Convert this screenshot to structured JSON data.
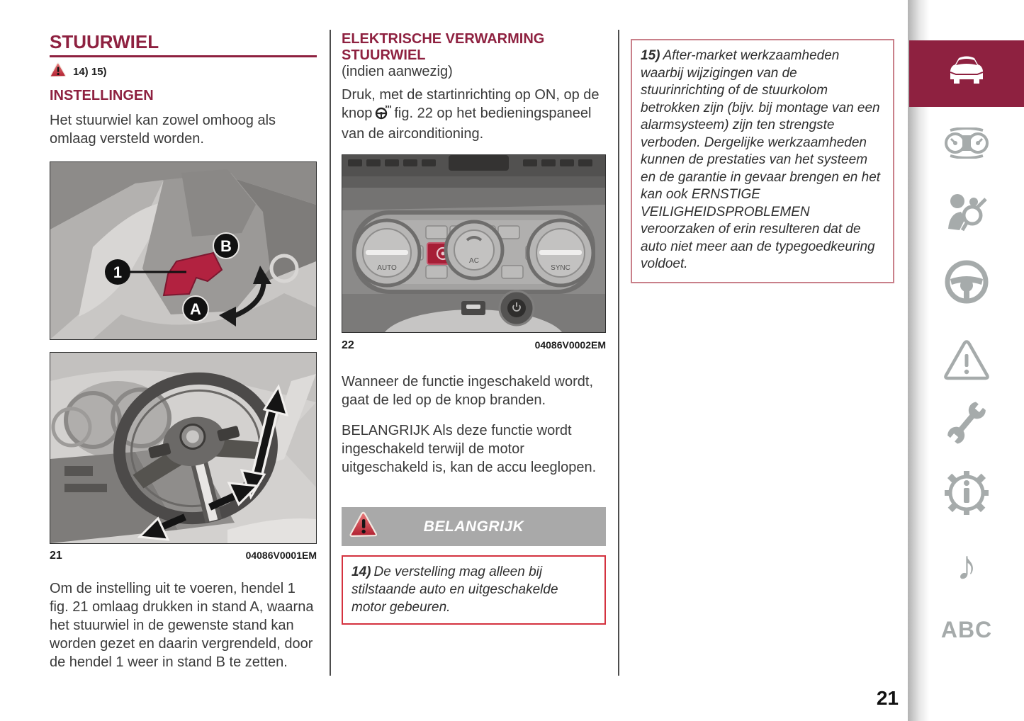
{
  "page": {
    "number": "21"
  },
  "colors": {
    "accent_maroon": "#8e2140",
    "note14_border": "#d4323f",
    "note15_border": "#c9808a",
    "banner_bg": "#a9a9a9",
    "sidebar_icon_gray": "#a6abab",
    "lever_red": "#b22240"
  },
  "left": {
    "title": "STUURWIEL",
    "warning_icon": "warning-triangle-icon",
    "warning_refs": "14) 15)",
    "section_heading": "INSTELLINGEN",
    "intro": "Het stuurwiel kan zowel omhoog als omlaag versteld worden.",
    "figure_top": {
      "callout_1": "1",
      "callout_b": "B",
      "callout_a": "A"
    },
    "caption_number": "21",
    "caption_code": "04086V0001EM",
    "body": "Om de instelling uit te voeren, hendel 1 fig. 21 omlaag drukken in stand A, waarna het stuurwiel in de gewenste stand kan worden gezet en daarin vergrendeld, door de hendel 1 weer in stand B te zetten."
  },
  "middle": {
    "heading_line1": "ELEKTRISCHE VERWARMING",
    "heading_line2": "STUURWIEL",
    "subheading": "(indien aanwezig)",
    "para1_prefix": "Druk, met de startinrichting op ON, op de knop",
    "para1_icon": "heated-steering-wheel-icon",
    "para1_suffix": "fig. 22 op het bedieningspaneel van de airconditioning.",
    "caption_number": "22",
    "caption_code": "04086V0002EM",
    "para2": "Wanneer de functie ingeschakeld wordt, gaat de led op de knop branden.",
    "para3": "BELANGRIJK Als deze functie wordt ingeschakeld terwijl de motor uitgeschakeld is, kan de accu leeglopen.",
    "banner_label": "BELANGRIJK",
    "note14": {
      "label": "14)",
      "text": "De verstelling mag alleen bij stilstaande auto en uitgeschakelde motor gebeuren."
    }
  },
  "right": {
    "note15": {
      "label": "15)",
      "text": "After-market werkzaamheden waarbij wijzigingen van de stuurinrichting of de stuurkolom betrokken zijn (bijv. bij montage van een alarmsysteem) zijn ten strengste verboden. Dergelijke werkzaamheden kunnen de prestaties van het systeem en de garantie in gevaar brengen en het kan ook ERNSTIGE VEILIGHEIDSPROBLEMEN veroorzaken of erin resulteren dat de auto niet meer aan de typegoedkeuring voldoet."
    }
  },
  "sidebar": {
    "items": [
      {
        "icon": "car-icon",
        "active": true
      },
      {
        "icon": "dashboard-icon",
        "active": false
      },
      {
        "icon": "airbag-icon",
        "active": false
      },
      {
        "icon": "steering-wheel-icon",
        "active": false
      },
      {
        "icon": "warning-triangle-icon",
        "active": false
      },
      {
        "icon": "wrench-icon",
        "active": false
      },
      {
        "icon": "technical-info-icon",
        "active": false
      },
      {
        "icon": "music-note-icon",
        "active": false
      }
    ],
    "music_note_glyph": "♪",
    "abc_label": "ABC"
  }
}
